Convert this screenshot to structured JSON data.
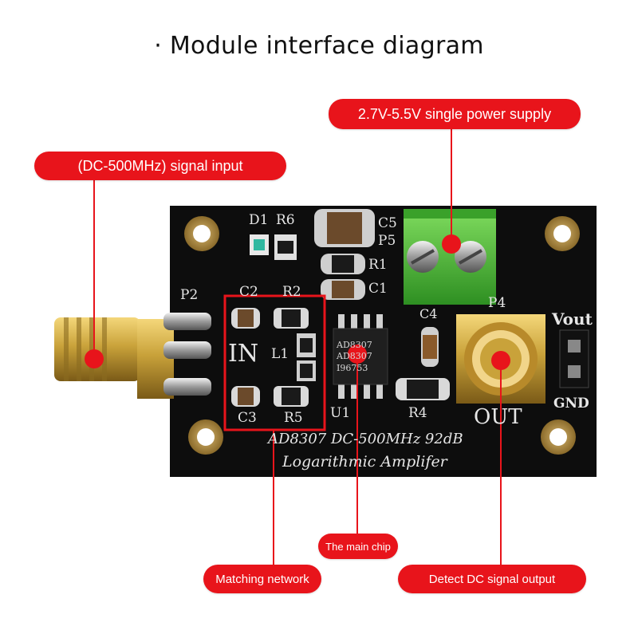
{
  "title": "· Module interface diagram",
  "callouts": {
    "power_supply": "2.7V-5.5V single power supply",
    "signal_input": "(DC-500MHz) signal input",
    "main_chip": "The main chip",
    "matching_network": "Matching network",
    "dc_output": "Detect DC signal output"
  },
  "silkscreen": {
    "d1": "D1",
    "r6": "R6",
    "c5": "C5",
    "p5": "P5",
    "r1": "R1",
    "c1": "C1",
    "p2": "P2",
    "c2": "C2",
    "r2": "R2",
    "in": "IN",
    "l1": "L1",
    "c3": "C3",
    "r5": "R5",
    "u1": "U1",
    "c4": "C4",
    "r4": "R4",
    "p4": "P4",
    "vout": "Vout",
    "gnd": "GND",
    "out": "OUT",
    "chip_line1": "AD8307",
    "chip_line2": "AD8307",
    "chip_line3": "I96753",
    "board_line1": "AD8307 DC-500MHz 92dB",
    "board_line2": "Logarithmic Amplifer"
  },
  "colors": {
    "callout_red": "#e8141b",
    "board_black": "#0d0d0d",
    "terminal_green": "#4fbf3a",
    "connector_gold": "#c9a23a"
  }
}
